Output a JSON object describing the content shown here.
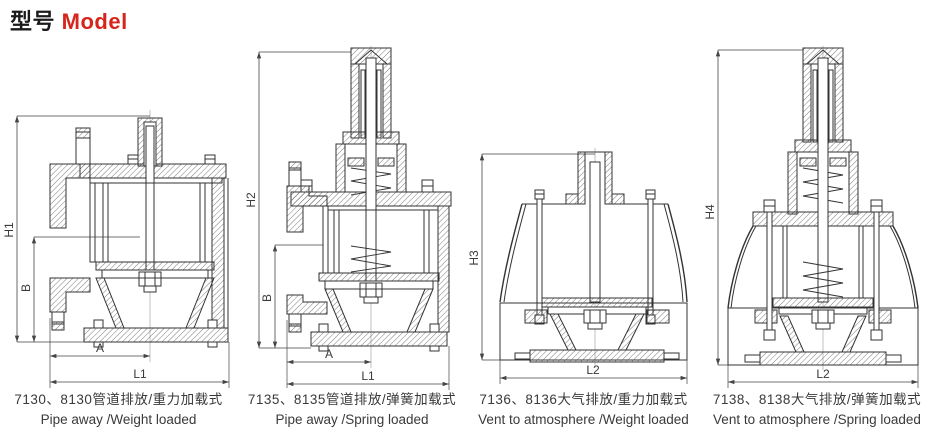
{
  "title": {
    "zh": "型号",
    "en": "Model"
  },
  "colors": {
    "accent_red": "#d6251c",
    "line": "#333333",
    "text": "#3a3a3a"
  },
  "figures": [
    {
      "caption_zh": "7130、8130管道排放/重力加载式",
      "caption_en": "Pipe away /Weight loaded",
      "dims": {
        "h": "H1",
        "b": "B",
        "a": "A",
        "l": "L1"
      }
    },
    {
      "caption_zh": "7135、8135管道排放/弹簧加载式",
      "caption_en": "Pipe away /Spring loaded",
      "dims": {
        "h": "H2",
        "b": "B",
        "a": "A",
        "l": "L1"
      }
    },
    {
      "caption_zh": "7136、8136大气排放/重力加载式",
      "caption_en": "Vent to atmosphere /Weight loaded",
      "dims": {
        "h": "H3",
        "l": "L2"
      }
    },
    {
      "caption_zh": "7138、8138大气排放/弹簧加载式",
      "caption_en": "Vent to atmosphere /Spring loaded",
      "dims": {
        "h": "H4",
        "l": "L2"
      }
    }
  ]
}
